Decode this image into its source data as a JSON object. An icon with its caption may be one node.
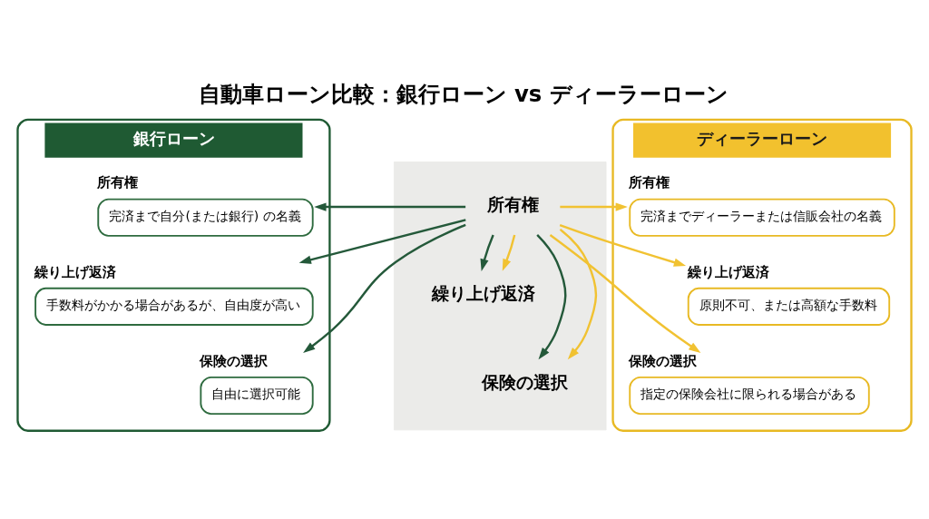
{
  "diagram": {
    "title": "自動車ローン比較：銀行ローン vs ディーラーローン",
    "nodes": [
      {
        "text": [
          "銀行ローン"
        ]
      },
      {
        "text": [
          "所有権",
          "完済まで自分(または銀行) の名義"
        ],
        "in": 0
      },
      {
        "text": [
          "繰り上げ返済",
          "手数料がかかる場合があるが、自由度が高い"
        ],
        "in": 0
      },
      {
        "text": [
          "保険の選択",
          "自由に選択可能"
        ],
        "in": 0
      },
      {
        "text": [],
        "shape": "box"
      },
      {
        "text": [
          "所有権"
        ],
        "in": 4
      },
      {
        "text": [
          "繰り上げ返済"
        ],
        "in": 4
      },
      {
        "text": [
          "保険の選択"
        ],
        "in": 4
      },
      {
        "text": [
          "ディーラーローン"
        ]
      },
      {
        "text": [
          "所有権",
          "完済までディーラーまたは信販会社の名義"
        ],
        "in": 8
      },
      {
        "text": [
          "繰り上げ返済",
          "原則不可、または高額な手数料"
        ],
        "in": 8
      },
      {
        "text": [
          "保険の選択",
          "指定の保険会社に限られる場合がある"
        ],
        "in": 8
      }
    ],
    "edges": [
      {
        "from": 5,
        "to": 1,
        "arrow": "to",
        "color": "#24593a"
      },
      {
        "from": 5,
        "to": 6,
        "arrow": "to",
        "color": "#24593a"
      },
      {
        "from": 5,
        "to": 2,
        "arrow": "to",
        "color": "#24593a"
      },
      {
        "from": 5,
        "to": 7,
        "arrow": "to",
        "color": "#24593a"
      },
      {
        "from": 5,
        "to": 3,
        "arrow": "to",
        "color": "#24593a"
      },
      {
        "from": 5,
        "to": 9,
        "arrow": "to",
        "color": "#f1c232"
      },
      {
        "from": 5,
        "to": 6,
        "arrow": "to",
        "color": "#f1c232"
      },
      {
        "from": 5,
        "to": 10,
        "arrow": "to",
        "color": "#f1c232"
      },
      {
        "from": 5,
        "to": 7,
        "arrow": "to",
        "color": "#f1c232"
      },
      {
        "from": 5,
        "to": 11,
        "arrow": "to",
        "color": "#f1c232"
      }
    ]
  }
}
